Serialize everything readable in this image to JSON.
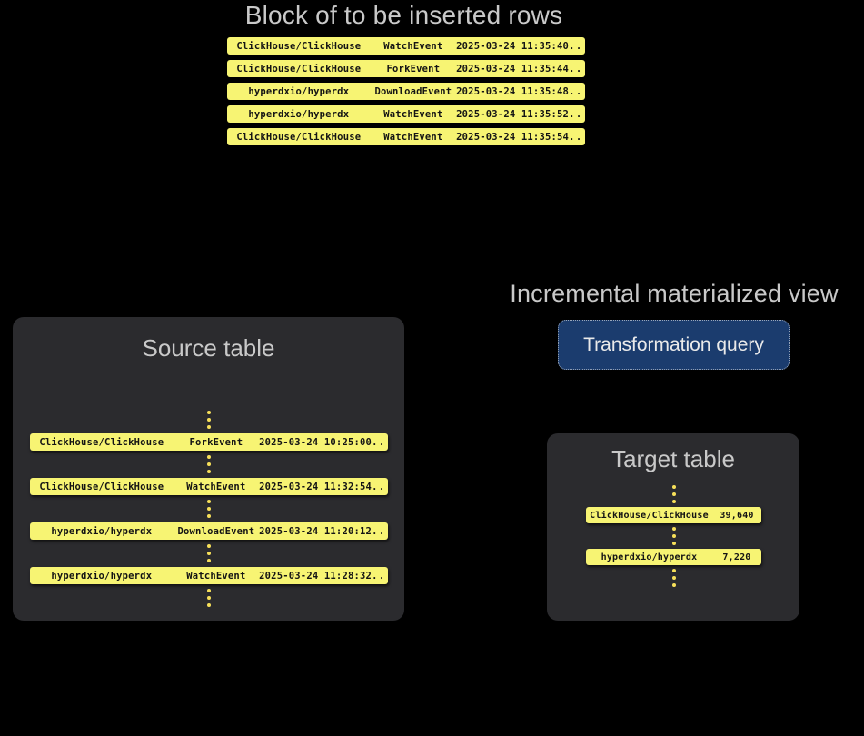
{
  "headings": {
    "block": "Block of to be inserted rows",
    "incremental_mv": "Incremental materialized view",
    "source_table": "Source table",
    "target_table": "Target table"
  },
  "transformation": {
    "label": "Transformation query"
  },
  "colors": {
    "background": "#000000",
    "panel": "#2b2b2e",
    "row_yellow": "#f7f473",
    "row_text": "#141414",
    "dot_yellow": "#f7e05a",
    "heading_text": "#c9c9c9",
    "query_box_fill": "#1b3c6e",
    "query_box_border": "#9aa7bb",
    "query_box_text": "#eaeaea"
  },
  "block_rows": [
    {
      "repo": "ClickHouse/ClickHouse",
      "event": "WatchEvent",
      "timestamp": "2025-03-24 11:35:40",
      "more": "..."
    },
    {
      "repo": "ClickHouse/ClickHouse",
      "event": "ForkEvent",
      "timestamp": "2025-03-24 11:35:44",
      "more": "..."
    },
    {
      "repo": "hyperdxio/hyperdx",
      "event": "DownloadEvent",
      "timestamp": "2025-03-24 11:35:48",
      "more": "..."
    },
    {
      "repo": "hyperdxio/hyperdx",
      "event": "WatchEvent",
      "timestamp": "2025-03-24 11:35:52",
      "more": "..."
    },
    {
      "repo": "ClickHouse/ClickHouse",
      "event": "WatchEvent",
      "timestamp": "2025-03-24 11:35:54",
      "more": "..."
    }
  ],
  "source_rows": [
    {
      "repo": "ClickHouse/ClickHouse",
      "event": "ForkEvent",
      "timestamp": "2025-03-24 10:25:00",
      "more": "..."
    },
    {
      "repo": "ClickHouse/ClickHouse",
      "event": "WatchEvent",
      "timestamp": "2025-03-24 11:32:54",
      "more": "..."
    },
    {
      "repo": "hyperdxio/hyperdx",
      "event": "DownloadEvent",
      "timestamp": "2025-03-24 11:20:12",
      "more": "..."
    },
    {
      "repo": "hyperdxio/hyperdx",
      "event": "WatchEvent",
      "timestamp": "2025-03-24 11:28:32",
      "more": "..."
    }
  ],
  "target_rows": [
    {
      "repo": "ClickHouse/ClickHouse",
      "count": "39,640"
    },
    {
      "repo": "hyperdxio/hyperdx",
      "count": "7,220"
    }
  ]
}
